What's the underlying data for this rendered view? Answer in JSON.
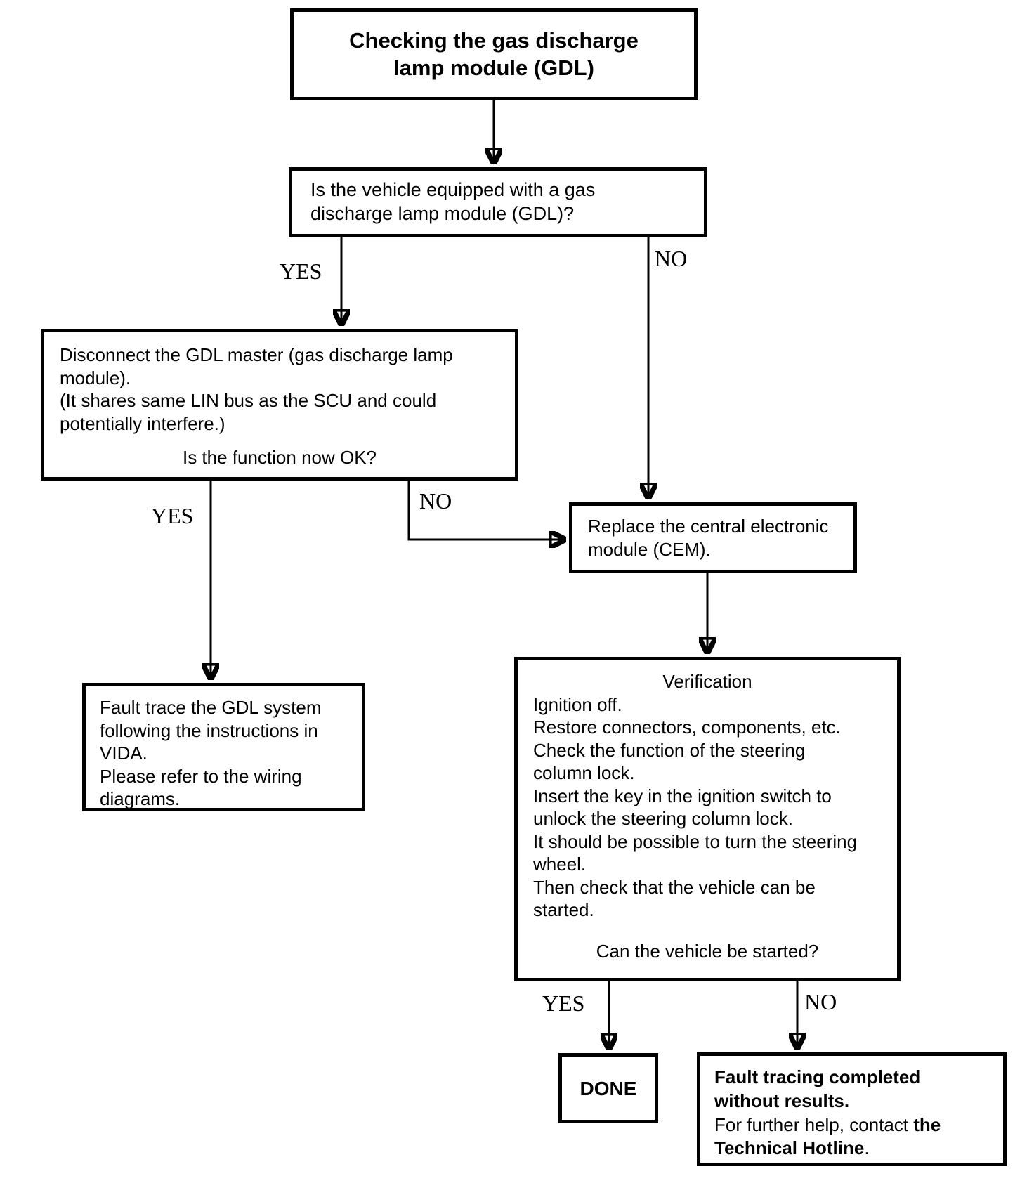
{
  "page": {
    "background_color": "#ffffff",
    "line_color": "#000000"
  },
  "flowchart": {
    "title_box": {
      "text": "Checking the gas discharge\nlamp module (GDL)"
    },
    "question_box": {
      "text": "Is the vehicle equipped with a gas\ndischarge lamp module (GDL)?"
    },
    "disconnect_box": {
      "body": "Disconnect the GDL master (gas discharge lamp\nmodule).\n(It shares same LIN bus as the SCU and could\npotentially interfere.)",
      "question": "Is the function now OK?"
    },
    "cem_box": {
      "text": "Replace the central electronic\nmodule (CEM)."
    },
    "fault_trace_box": {
      "text": "Fault trace the GDL system\nfollowing the instructions in\nVIDA.\nPlease refer to the wiring\ndiagrams."
    },
    "verification_box": {
      "title": "Verification",
      "body": "Ignition off.\nRestore connectors, components, etc.\nCheck the function of the steering\ncolumn lock.\nInsert the key in the ignition switch to\nunlock the steering column lock.\nIt should be possible to turn the steering\nwheel.\nThen check that the vehicle can be\nstarted.",
      "question": "Can the vehicle be started?"
    },
    "done_box": {
      "text": "DONE"
    },
    "outcome_box": {
      "line1_bold": "Fault tracing completed",
      "line2_bold": "without results.",
      "line3_regular": "For further help, contact ",
      "line3_bold": "the",
      "line4_bold": "Technical Hotline",
      "line4_regular": "."
    },
    "labels": {
      "q1_yes": "YES",
      "q1_no": "NO",
      "q2_yes": "YES",
      "q2_no": "NO",
      "q3_yes": "YES",
      "q3_no": "NO"
    }
  }
}
